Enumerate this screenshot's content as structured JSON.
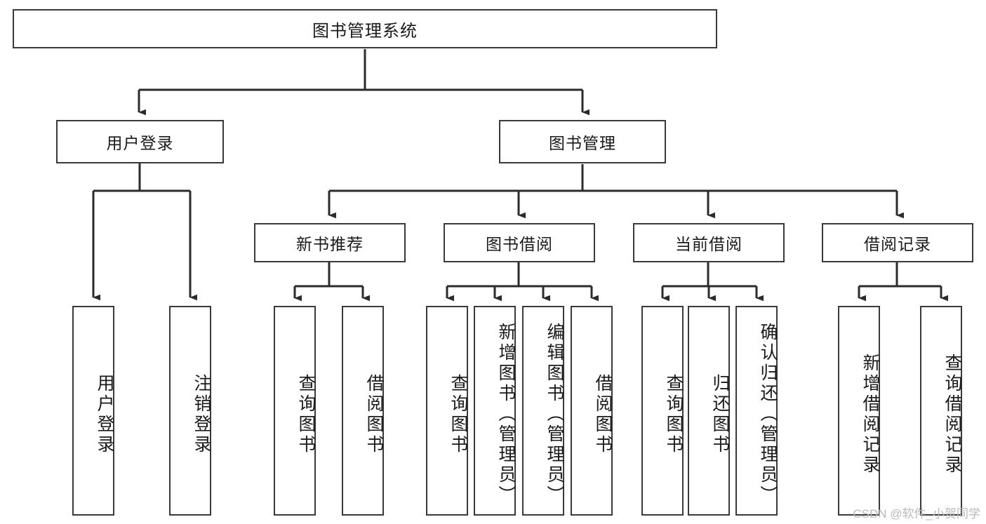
{
  "diagram": {
    "title": "图书管理系统",
    "type": "hierarchy-tree",
    "root": {
      "id": "root",
      "label": "图书管理系统"
    },
    "level2": [
      {
        "id": "user-login",
        "label": "用户登录"
      },
      {
        "id": "book-manage",
        "label": "图书管理"
      }
    ],
    "level3": [
      {
        "id": "new-book-recommend",
        "label": "新书推荐",
        "parent": "book-manage"
      },
      {
        "id": "book-borrow",
        "label": "图书借阅",
        "parent": "book-manage"
      },
      {
        "id": "current-borrow",
        "label": "当前借阅",
        "parent": "book-manage"
      },
      {
        "id": "borrow-record",
        "label": "借阅记录",
        "parent": "book-manage"
      }
    ],
    "leaves": [
      {
        "id": "leaf-user-login",
        "label": "用户登录",
        "parent": "user-login"
      },
      {
        "id": "leaf-user-logout",
        "label": "注销登录",
        "parent": "user-login"
      },
      {
        "id": "leaf-query-book-1",
        "label": "查询图书",
        "parent": "new-book-recommend"
      },
      {
        "id": "leaf-borrow-book-1",
        "label": "借阅图书",
        "parent": "new-book-recommend"
      },
      {
        "id": "leaf-query-book-2",
        "label": "查询图书",
        "parent": "book-borrow"
      },
      {
        "id": "leaf-add-book",
        "label": "新增图书（管理员）",
        "parent": "book-borrow"
      },
      {
        "id": "leaf-edit-book",
        "label": "编辑图书（管理员）",
        "parent": "book-borrow"
      },
      {
        "id": "leaf-borrow-book-2",
        "label": "借阅图书",
        "parent": "book-borrow"
      },
      {
        "id": "leaf-query-book-3",
        "label": "查询图书",
        "parent": "current-borrow"
      },
      {
        "id": "leaf-return-book",
        "label": "归还图书",
        "parent": "current-borrow"
      },
      {
        "id": "leaf-confirm-return",
        "label": "确认归还（管理员）",
        "parent": "current-borrow"
      },
      {
        "id": "leaf-add-record",
        "label": "新增借阅记录",
        "parent": "borrow-record"
      },
      {
        "id": "leaf-query-record",
        "label": "查询借阅记录",
        "parent": "borrow-record"
      }
    ],
    "colors": {
      "box_border": "#3a3a3a",
      "box_fill": "#ffffff",
      "connector": "#2b2b2b",
      "text": "#1a1a1a",
      "watermark": "#b9b9b9"
    }
  },
  "watermark": {
    "text": "CSDN @软件_小贺同学"
  }
}
